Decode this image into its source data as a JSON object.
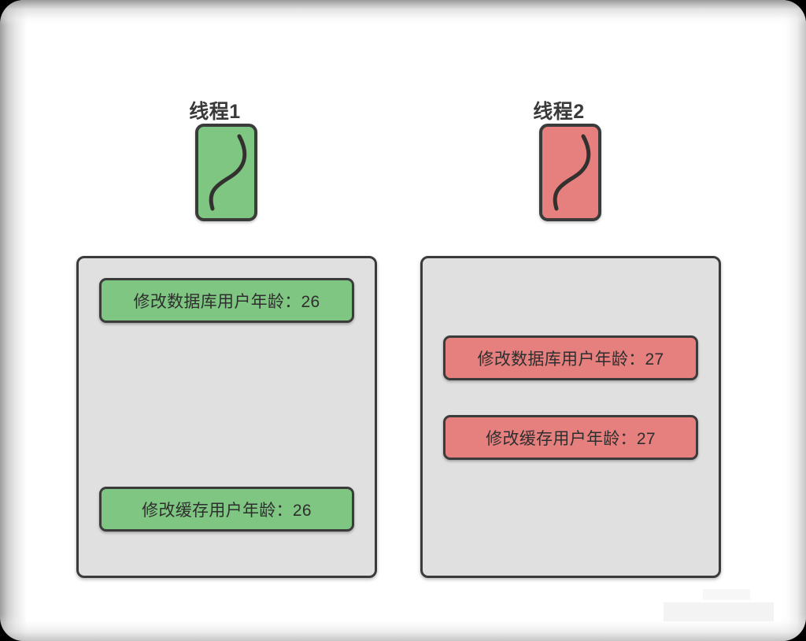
{
  "diagram": {
    "background_color": "#ffffff",
    "frame_color": "#e8e8e8",
    "panel_fill": "#e0e0e0",
    "border_color": "#3b3b3b",
    "text_color": "#2e2e2e",
    "threads": [
      {
        "title": "线程1",
        "accent_color": "#80C683",
        "icon": "thread-card-icon",
        "operations": [
          {
            "label": "修改数据库用户年龄：26",
            "action": "修改数据库用户年龄",
            "value": "26"
          },
          {
            "label": "修改缓存用户年龄：26",
            "action": "修改缓存用户年龄",
            "value": "26"
          }
        ]
      },
      {
        "title": "线程2",
        "accent_color": "#E5807E",
        "icon": "thread-card-icon",
        "operations": [
          {
            "label": "修改数据库用户年龄：27",
            "action": "修改数据库用户年龄",
            "value": "27"
          },
          {
            "label": "修改缓存用户年龄：27",
            "action": "修改缓存用户年龄",
            "value": "27"
          }
        ]
      }
    ]
  }
}
